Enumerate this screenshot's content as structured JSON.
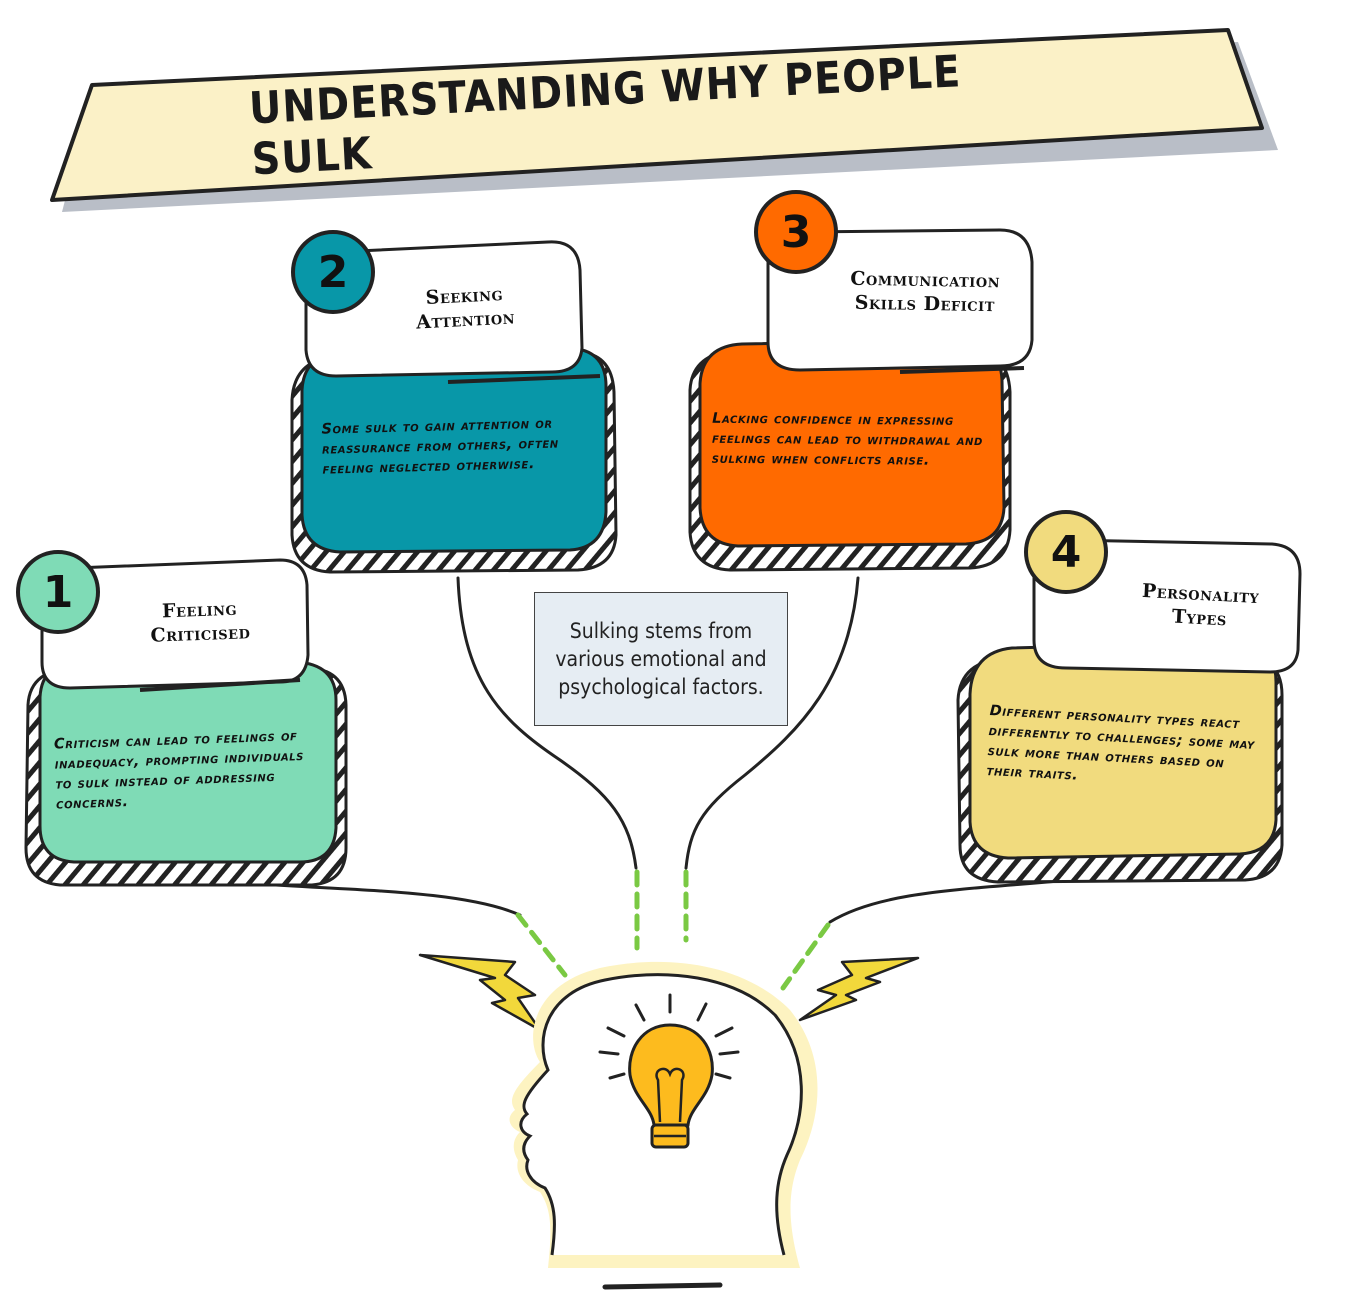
{
  "title": "UNDERSTANDING WHY PEOPLE SULK",
  "center_note": "Sulking stems from various emotional and psychological factors.",
  "colors": {
    "banner": "#fbf1c7",
    "item1": "#7fdbb6",
    "item2": "#0897a8",
    "item3": "#ff6a00",
    "item4": "#f1db7e",
    "connector_dash": "#7ac943",
    "bolt": "#f2d83b",
    "bulb": "#fdbb1e",
    "head_glow": "#fdf3c1"
  },
  "items": [
    {
      "number": "1",
      "title_line1": "Feeling",
      "title_line2": "Criticised",
      "description": "Criticism can lead to feelings of inadequacy, prompting individuals to sulk instead of addressing concerns."
    },
    {
      "number": "2",
      "title_line1": "Seeking",
      "title_line2": "Attention",
      "description": "Some sulk to gain attention or reassurance from others, often feeling neglected otherwise."
    },
    {
      "number": "3",
      "title_line1": "Communication",
      "title_line2": "Skills Deficit",
      "description": "Lacking confidence in expressing feelings can lead to withdrawal and sulking when conflicts arise."
    },
    {
      "number": "4",
      "title_line1": "Personality",
      "title_line2": "Types",
      "description": "Different personality types react differently to challenges; some may sulk more than others based on their traits."
    }
  ],
  "icons": [
    "lightning-bolt-icon",
    "head-silhouette-icon",
    "lightbulb-icon"
  ]
}
